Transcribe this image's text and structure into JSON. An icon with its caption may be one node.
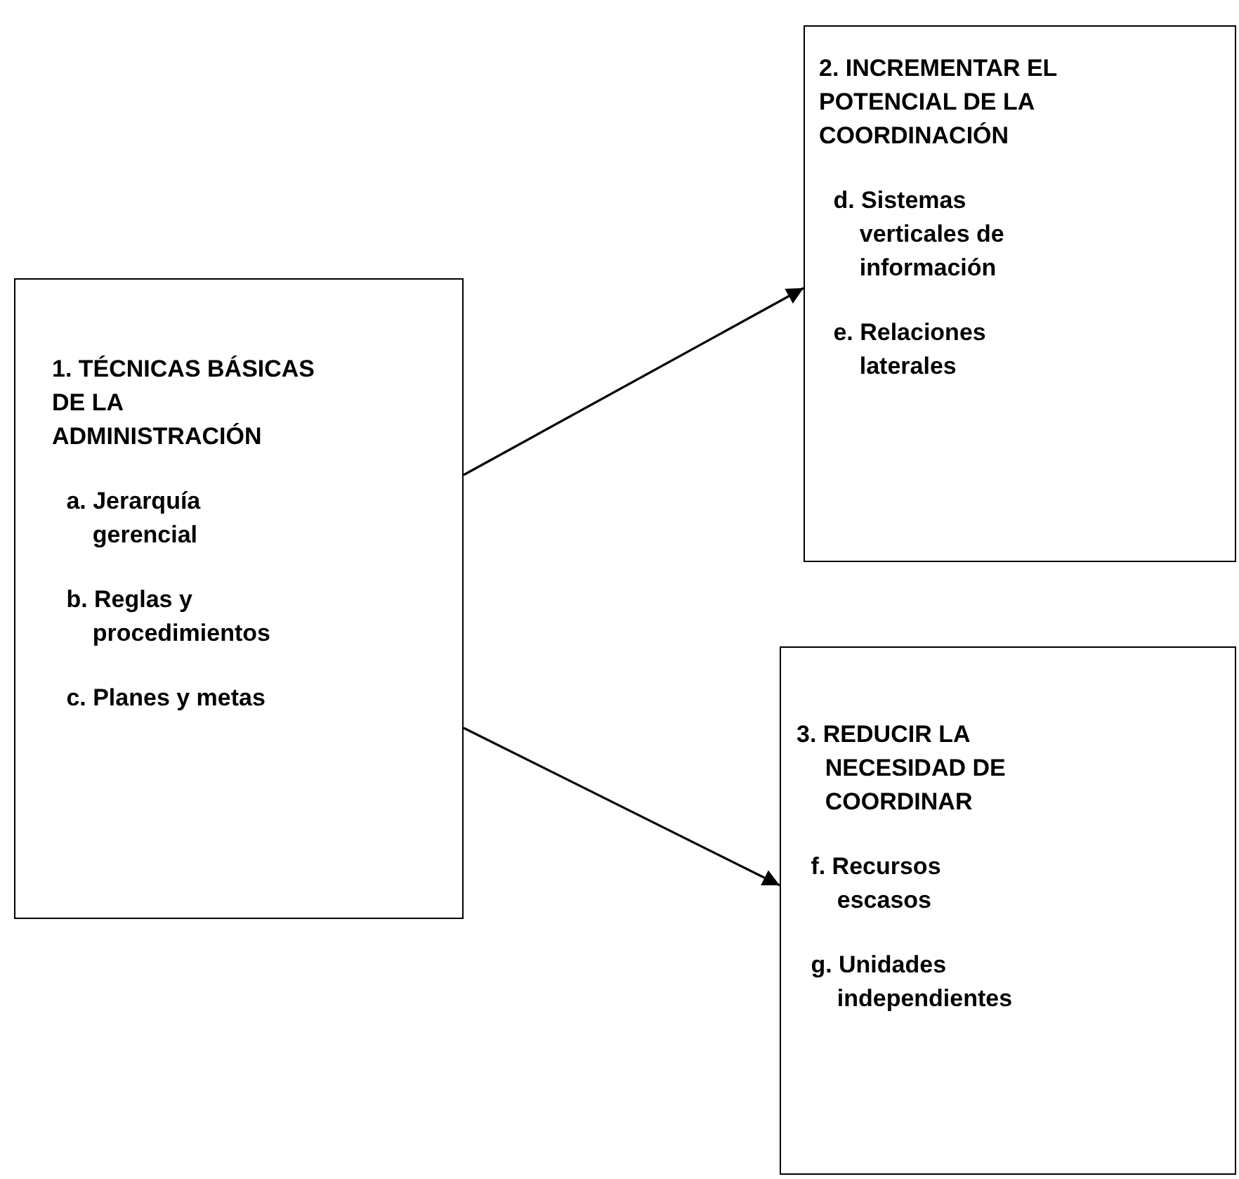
{
  "diagram": {
    "nodes": [
      {
        "text": [
          "1. TÉCNICAS BÁSICAS DE LA ADMINISTRACIÓN",
          "a. Jerarquía gerencial",
          "b. Reglas y procedimientos",
          "c. Planes y metas"
        ]
      },
      {
        "text": [
          "2. INCREMENTAR EL POTENCIAL DE LA COORDINACIÓN",
          "d. Sistemas verticales de información",
          "e. Relaciones laterales"
        ]
      },
      {
        "text": [
          "3. REDUCIR LA NECESIDAD DE COORDINAR",
          "f. Recursos escasos",
          "g. Unidades independientes"
        ]
      }
    ],
    "edges": [
      {
        "from": 0,
        "to": 1,
        "arrow": "to"
      },
      {
        "from": 0,
        "to": 2,
        "arrow": "to"
      }
    ]
  }
}
